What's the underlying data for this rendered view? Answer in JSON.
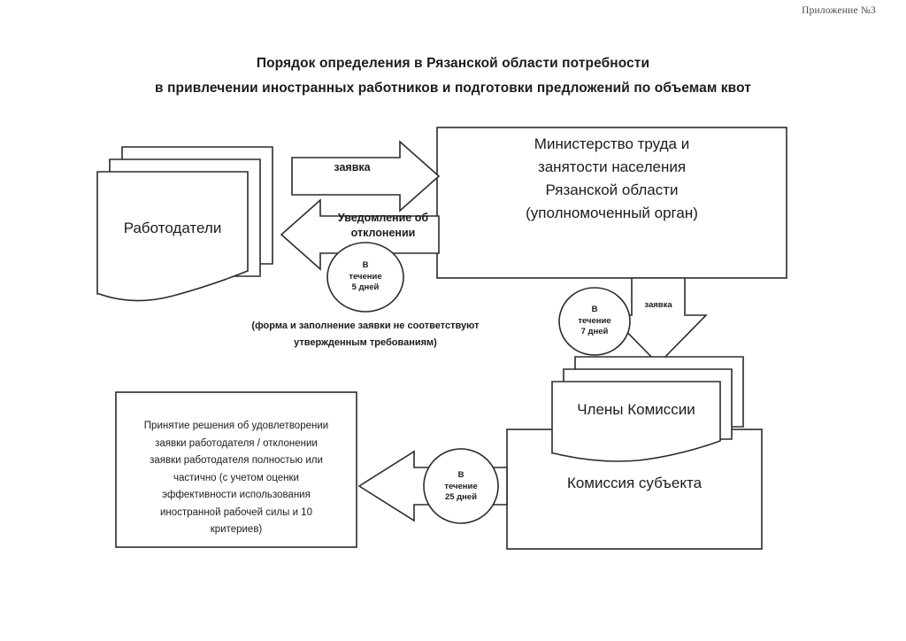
{
  "page": {
    "appendix_label": "Приложение №3",
    "title_line1": "Порядок определения в Рязанской области потребности",
    "title_line2": "в привлечении иностранных работников и подготовки предложений по объемам квот",
    "background": "#ffffff",
    "ink_color": "#2b2b2b"
  },
  "nodes": {
    "employers": {
      "label": "Работодатели",
      "shape": "document-stack",
      "stack_count": 3
    },
    "ministry": {
      "shape": "rectangle",
      "lines": [
        "Министерство труда и",
        "занятости населения",
        "Рязанской области",
        "(уполномоченный орган)"
      ]
    },
    "commission_members": {
      "label": "Члены Комиссии",
      "shape": "document-stack",
      "stack_count": 3
    },
    "commission_subject": {
      "label": "Комиссия субъекта",
      "shape": "rectangle"
    },
    "decision": {
      "shape": "rectangle",
      "lines": [
        "Принятие решения об удовлетворении",
        "заявки работодателя / отклонении",
        "заявки работодателя полностью или",
        "частично (с учетом  оценки",
        "эффективности использования",
        "иностранной рабочей силы и 10",
        "критериев)"
      ]
    }
  },
  "arrows": {
    "application_to_ministry": {
      "label": "заявка",
      "direction": "right"
    },
    "rejection_notice": {
      "label_line1": "Уведомление об",
      "label_line2": "отклонении",
      "direction": "left"
    },
    "application_to_commission": {
      "label": "заявка",
      "direction": "down"
    },
    "decision_to_box": {
      "label": "",
      "direction": "left"
    }
  },
  "timers": {
    "five_days": {
      "line1": "В",
      "line2": "течение",
      "line3": "5 дней"
    },
    "seven_days": {
      "line1": "В",
      "line2": "течение",
      "line3": "7 дней"
    },
    "twentyfive_days": {
      "line1": "В",
      "line2": "течение",
      "line3": "25 дней"
    }
  },
  "notes": {
    "rejection_reason_line1": "(форма и заполнение заявки не соответствуют",
    "rejection_reason_line2": "утвержденным требованиям)"
  }
}
